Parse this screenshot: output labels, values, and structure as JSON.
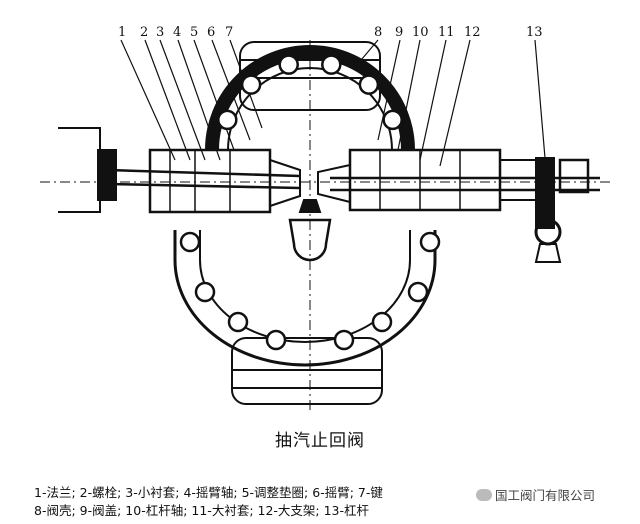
{
  "callouts": [
    "1",
    "2",
    "3",
    "4",
    "5",
    "6",
    "7",
    "8",
    "9",
    "10",
    "11",
    "12",
    "13"
  ],
  "title": "抽汽止回阀",
  "legend": {
    "line1": "1-法兰; 2-螺栓; 3-小衬套; 4-摇臂轴; 5-调整垫圈; 6-摇臂; 7-键",
    "line2": "8-阀壳; 9-阀盖; 10-杠杆轴; 11-大衬套; 12-大支架; 13-杠杆"
  },
  "watermark": "国工阀门有限公司"
}
